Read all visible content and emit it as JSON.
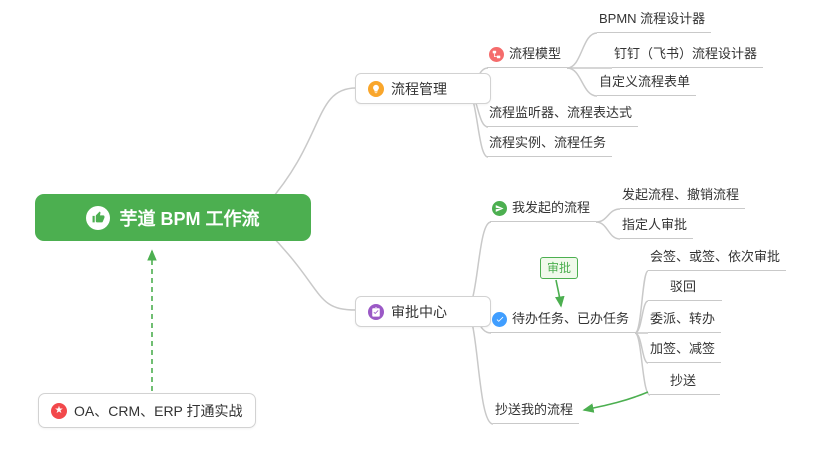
{
  "colors": {
    "green": "#4caf50",
    "orange": "#f9a62b",
    "red": "#f56c6c",
    "blue": "#409eff",
    "purple": "#9b59c6",
    "star_red": "#f2484b",
    "line": "#c9c9c9",
    "text": "#333333",
    "tag_bg": "#f0f9eb"
  },
  "root": {
    "label": "芋道 BPM 工作流",
    "icon": "thumbs-up-icon"
  },
  "process": {
    "label": "流程管理",
    "icon": "lightbulb-icon",
    "model": {
      "label": "流程模型",
      "icon": "flowchart-icon"
    },
    "bpmn": "BPMN 流程设计器",
    "dingtalk": "钉钉（飞书）流程设计器",
    "custom_form": "自定义流程表单",
    "listener": "流程监听器、流程表达式",
    "instance": "流程实例、流程任务"
  },
  "approval": {
    "label": "审批中心",
    "icon": "clipboard-check-icon",
    "my_initiated": {
      "label": "我发起的流程",
      "icon": "send-icon"
    },
    "initiate_cancel": "发起流程、撤销流程",
    "assignee": "指定人审批",
    "tag": "审批",
    "todo_done": {
      "label": "待办任务、已办任务",
      "icon": "check-icon"
    },
    "countersign": "会签、或签、依次审批",
    "reject": "驳回",
    "delegate": "委派、转办",
    "add_sign": "加签、减签",
    "cc": "抄送",
    "cc_my_process": "抄送我的流程"
  },
  "note": {
    "label": "OA、CRM、ERP 打通实战",
    "icon": "star-icon",
    "star_glyph": "★"
  }
}
